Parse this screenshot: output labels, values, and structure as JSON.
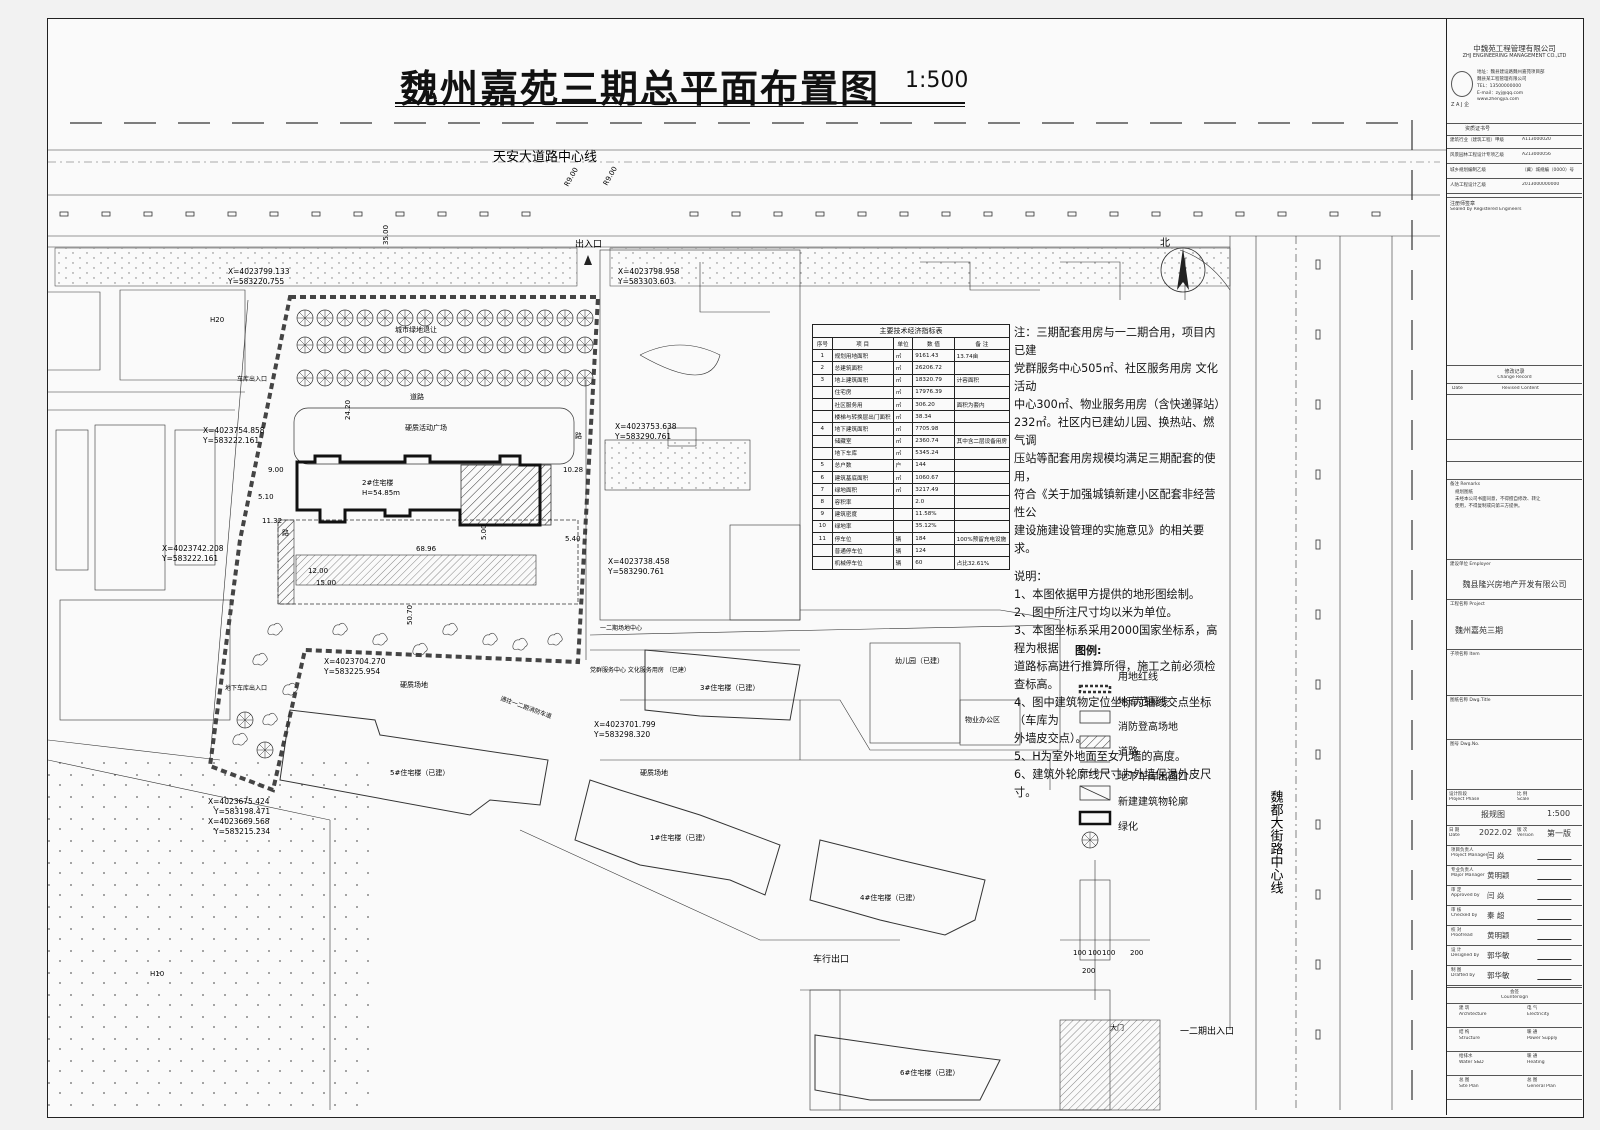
{
  "title": {
    "text": "魏州嘉苑三期总平面布置图",
    "scale": "1:500"
  },
  "roads": {
    "north_centerline": "天安大道路中心线",
    "east_centerline": "魏都大街路中心线",
    "entrance": "出入口",
    "vehicle_exit": "车行出口",
    "phase12_entrance": "一二期出入口",
    "north_mark": "北"
  },
  "site_labels": {
    "fire_plaza": "硬质活动广场",
    "road_label": "道路",
    "green_belt": "城市绿地退让",
    "building_name": "2#住宅楼",
    "building_height": "H=54.85m",
    "plot_h20": "H20",
    "plot_h10": "H10",
    "hard_site_1": "硬质场地",
    "hard_site_2": "硬质场地",
    "building_5": "5#住宅楼（已建）",
    "building_3": "3#住宅楼（已建）",
    "building_1": "1#住宅楼（已建）",
    "building_4": "4#住宅楼（已建）",
    "building_6": "6#住宅楼（已建）",
    "kindergarten": "幼儿园（已建）",
    "property_office": "物业办公区",
    "service_center": "党群服务中心 文化服务用房 （已建）",
    "gate": "大门",
    "phase12_road": "一二期场地中心",
    "phase_road_label": "通往一二期消防车道",
    "label_e": "路",
    "label_w": "路",
    "exit_label": "车库出入口",
    "underground_label": "地下车库出入口"
  },
  "dims": {
    "d35": "35.00",
    "d24": "24.20",
    "d900": "9.00",
    "d510": "5.10",
    "d1132": "11.32",
    "d1028": "10.28",
    "d540": "5.40",
    "d500": "5.00",
    "d1500": "15.00",
    "d1200": "12.00",
    "d5070": "50.70",
    "d6890": "68.96",
    "r_center": "R9.00",
    "r_left": "R9.00",
    "d100a": "100",
    "d100b": "100",
    "d100c": "100",
    "d200a": "200",
    "d200b": "200"
  },
  "coords": [
    {
      "x": "X=4023799.133",
      "y": "Y=583220.755"
    },
    {
      "x": "X=4023798.958",
      "y": "Y=583303.603"
    },
    {
      "x": "X=4023754.858",
      "y": "Y=583222.161"
    },
    {
      "x": "X=4023753.638",
      "y": "Y=583290.761"
    },
    {
      "x": "X=4023742.208",
      "y": "Y=583222.161"
    },
    {
      "x": "X=4023738.458",
      "y": "Y=583290.761"
    },
    {
      "x": "X=4023704.270",
      "y": "Y=583225.954"
    },
    {
      "x": "X=4023701.799",
      "y": "Y=583298.320"
    },
    {
      "x": "X=4023675.424",
      "y": "Y=583198.471"
    },
    {
      "x": "X=4023669.568",
      "y": "Y=583215.234"
    }
  ],
  "tech_table": {
    "title": "主要技术经济指标表",
    "headers": [
      "序号",
      "项 目",
      "单位",
      "数 值",
      "备 注"
    ],
    "rows": [
      [
        "1",
        "规划用地面积",
        "㎡",
        "9161.43",
        "13.74亩"
      ],
      [
        "2",
        "总建筑面积",
        "㎡",
        "26206.72",
        ""
      ],
      [
        "3",
        "地上建筑面积",
        "㎡",
        "18320.79",
        "计容面积"
      ],
      [
        "",
        "住宅房",
        "㎡",
        "17976.39",
        ""
      ],
      [
        "",
        "社区服务用",
        "㎡",
        "306.20",
        "面积为套内"
      ],
      [
        "",
        "楼梯与转换层出门面积",
        "㎡",
        "38.34",
        ""
      ],
      [
        "4",
        "地下建筑面积",
        "㎡",
        "7705.98",
        ""
      ],
      [
        "",
        "储藏室",
        "㎡",
        "2360.74",
        "其中含二层设备用房"
      ],
      [
        "",
        "地下车库",
        "㎡",
        "5345.24",
        ""
      ],
      [
        "5",
        "总户数",
        "户",
        "144",
        ""
      ],
      [
        "6",
        "建筑基底面积",
        "㎡",
        "1060.67",
        ""
      ],
      [
        "7",
        "绿地面积",
        "㎡",
        "3217.49",
        ""
      ],
      [
        "8",
        "容积率",
        "",
        "2.0",
        ""
      ],
      [
        "9",
        "建筑密度",
        "",
        "11.58%",
        ""
      ],
      [
        "10",
        "绿地率",
        "",
        "35.12%",
        ""
      ],
      [
        "11",
        "停车位",
        "辆",
        "184",
        "100%预留充电设施"
      ],
      [
        "",
        "普通停车位",
        "辆",
        "124",
        ""
      ],
      [
        "",
        "机械停车位",
        "辆",
        "60",
        "占比32.61%"
      ]
    ]
  },
  "notes": {
    "n1": "注：三期配套用房与一二期合用，项目内已建",
    "n2": "党群服务中心505㎡、社区服务用房 文化活动",
    "n3": "中心300㎡、物业服务用房（含快递驿站）",
    "n4": "232㎡。社区内已建幼儿园、换热站、燃气调",
    "n5": "压站等配套用房规模均满足三期配套的使用，",
    "n6": "符合《关于加强城镇新建小区配套非经营性公",
    "n7": "建设施建设管理的实施意见》的相关要求。",
    "explain_title": "说明：",
    "e1": "1、本图依据甲方提供的地形图绘制。",
    "e2": "2、图中所注尺寸均以米为单位。",
    "e3a": "3、本图坐标系采用2000国家坐标系，高程为根据",
    "e3b": "道路标高进行推算所得，施工之前必须检查标高。",
    "e4a": "4、图中建筑物定位坐标为轴线交点坐标（车库为",
    "e4b": "外墙皮交点）。",
    "e5": "5、H为室外地面至女儿墙的高度。",
    "e6": "6、建筑外轮廓线尺寸为外墙保温外皮尺寸。"
  },
  "legend": {
    "title": "图例:",
    "items": [
      "用地红线",
      "地库范围线",
      "消防登高场地",
      "道路",
      "地下车库出图口",
      "新建建筑物轮廓",
      "绿化"
    ]
  },
  "titleblock": {
    "company": "中魏苑工程管理有限公司",
    "company_en": "ZHJ ENGINEERING MANAGEMENT CO.,LTD",
    "addr1": "地址：魏县建设路魏州嘉苑项目部",
    "addr2": "魏县某工程管理有限公司",
    "tel": "TEL：13500000000",
    "email": "E-mail：zyj@qq.com",
    "web": "www.zhengjia.com",
    "logo_text": "Z A J 企",
    "cert_header": "资质证书号",
    "cert_rows": [
      [
        "建筑行业（建筑工程）甲级",
        "A113000020"
      ],
      [
        "风景园林工程设计专项乙级",
        "A213000056"
      ],
      [
        "城乡规划编制乙级",
        "（冀）城规编（0000）号"
      ],
      [
        "人防工程设计乙级",
        "2013000000000"
      ]
    ],
    "seal_title": "注册师签章",
    "seal_en": "Sealed by Registered Engineers",
    "change_title": "修改记录",
    "change_en": "Change Record",
    "date_label": "Date",
    "revised_label": "Revised Content",
    "remark_title": "备注 Remarks",
    "remark_text1": "规划图纸",
    "remark_text2": "未经本公司书面同意，不得擅自修改、转让",
    "remark_text3": "使用，不得复制或向第三方提供。",
    "client_label": "建设单位 Employer",
    "client": "魏县隆兴房地产开发有限公司",
    "project_label": "工程名称 Project",
    "project": "魏州嘉苑三期",
    "sub_label": "子项名称 Item",
    "drawing_label": "图纸名称 Dwg.Title",
    "no_label": "图号 Dwg.No.",
    "phase_label": "设计阶段",
    "phase_en": "Project Phase",
    "phase": "报规图",
    "scale_label": "比 例",
    "scale_en": "Scale",
    "scale": "1:500",
    "date_cn": "日 期",
    "date_en": "Date",
    "date": "2022.02",
    "version_cn": "版 次",
    "version_en": "Version",
    "version": "第一版",
    "staff": [
      {
        "role": "项目负责人",
        "role_en": "Project Manager",
        "name": "闫 焱"
      },
      {
        "role": "专业负责人",
        "role_en": "Major Manager",
        "name": "黄明颖"
      },
      {
        "role": "审 定",
        "role_en": "Approved by",
        "name": "闫 焱"
      },
      {
        "role": "审 核",
        "role_en": "Checked by",
        "name": "秦 超"
      },
      {
        "role": "校 对",
        "role_en": "Proofread",
        "name": "黄明颖"
      },
      {
        "role": "设 计",
        "role_en": "Designed by",
        "name": "郭华敏"
      },
      {
        "role": "制 图",
        "role_en": "Drafted by",
        "name": "郭华敏"
      }
    ],
    "coop_title": "会签",
    "coop_en": "Countersign",
    "coop_cells": [
      [
        "建 筑",
        "Architecture",
        "电 气",
        "Electricity"
      ],
      [
        "结 构",
        "Structure",
        "暖 通",
        "Power Supply"
      ],
      [
        "给排水",
        "Water S&D",
        "暖 通",
        "Heating"
      ],
      [
        "总 图",
        "Site Plan",
        "总 图",
        "General Plan"
      ]
    ]
  }
}
